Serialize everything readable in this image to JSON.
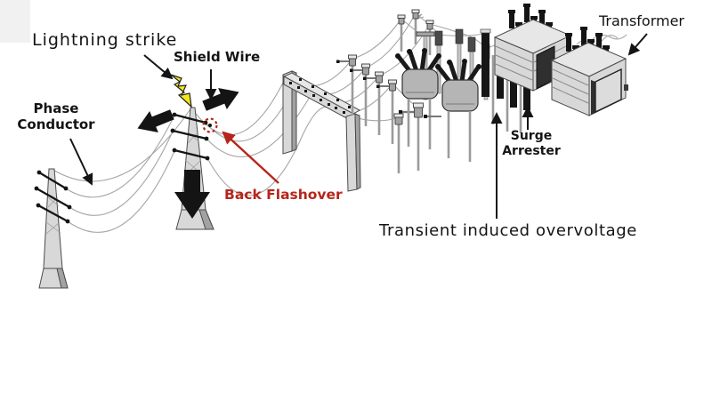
{
  "labels": {
    "lightning_strike": "Lightning strike",
    "shield_wire": "Shield Wire",
    "phase_conductor": "Phase Conductor",
    "back_flashover": "Back Flashover",
    "transient_induced_overvoltage": "Transient induced overvoltage",
    "surge_arrester": "Surge Arrester",
    "transformer": "Transformer"
  },
  "icons": {
    "lightning_bolt": "lightning-bolt-icon",
    "flashover_spark": "flashover-spark-icon",
    "flow_arrows": [
      "flow-arrow-left",
      "flow-arrow-right",
      "flow-arrow-down"
    ]
  },
  "colors": {
    "ink": "#141414",
    "accent": "#b6251b",
    "bolt": "#f3e71d",
    "struct": "#d8d8d8",
    "struct_dark": "#a2a2a2",
    "wire": "#a6a6a6",
    "bg": "#ffffff"
  }
}
